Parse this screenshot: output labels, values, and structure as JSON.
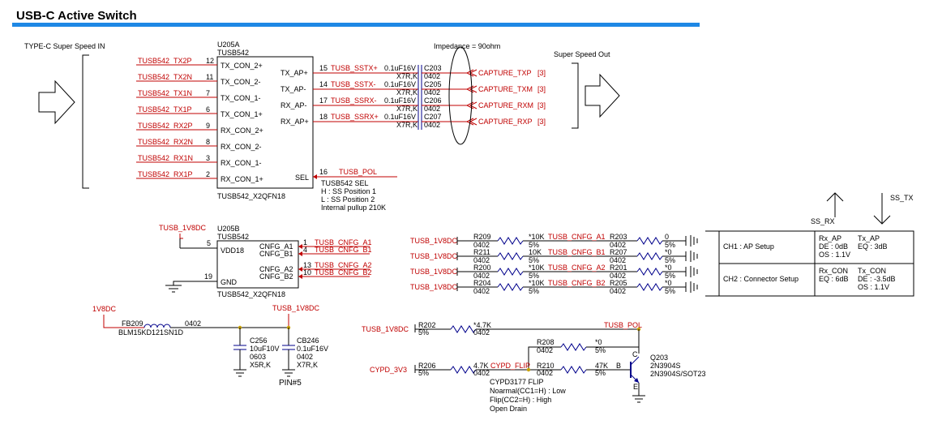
{
  "title": "USB-C Active Switch",
  "colors": {
    "wire": "#c00000",
    "component": "#00008b",
    "title_bar": "#1e88e5",
    "junction": "#c8a000"
  },
  "labels": {
    "typec_in": "TYPE-C Super Speed IN",
    "ss_out": "Super Speed Out",
    "impedance": "Impedance = 90ohm",
    "ss_rx": "SS_RX",
    "ss_tx": "SS_TX",
    "pin5": "PIN#5"
  },
  "u205a": {
    "ref": "U205A",
    "part": "TUSB542",
    "footprint": "TUSB542_X2QFN18",
    "left_pins": [
      {
        "net": "TUSB542_TX2P",
        "num": "12",
        "name": "TX_CON_2+"
      },
      {
        "net": "TUSB542_TX2N",
        "num": "11",
        "name": "TX_CON_2-"
      },
      {
        "net": "TUSB542_TX1N",
        "num": "7",
        "name": "TX_CON_1-"
      },
      {
        "net": "TUSB542_TX1P",
        "num": "6",
        "name": "TX_CON_1+"
      },
      {
        "net": "TUSB542_RX2P",
        "num": "9",
        "name": "RX_CON_2+"
      },
      {
        "net": "TUSB542_RX2N",
        "num": "8",
        "name": "RX_CON_2-"
      },
      {
        "net": "TUSB542_RX1N",
        "num": "3",
        "name": "RX_CON_1-"
      },
      {
        "net": "TUSB542_RX1P",
        "num": "2",
        "name": "RX_CON_1+"
      }
    ],
    "right_pins": [
      {
        "name": "TX_AP+",
        "num": "15",
        "net": "TUSB_SSTX+",
        "cap_val": "0.1uF16V",
        "cap_spec": "X7R,K",
        "cap_ref": "C203",
        "cap_pkg": "0402",
        "out": "CAPTURE_TXP",
        "page": "[3]"
      },
      {
        "name": "TX_AP-",
        "num": "14",
        "net": "TUSB_SSTX-",
        "cap_val": "0.1uF16V",
        "cap_spec": "X7R,K",
        "cap_ref": "C205",
        "cap_pkg": "0402",
        "out": "CAPTURE_TXM",
        "page": "[3]"
      },
      {
        "name": "RX_AP-",
        "num": "17",
        "net": "TUSB_SSRX-",
        "cap_val": "0.1uF16V",
        "cap_spec": "X7R,K",
        "cap_ref": "C206",
        "cap_pkg": "0402",
        "out": "CAPTURE_RXM",
        "page": "[3]"
      },
      {
        "name": "RX_AP+",
        "num": "18",
        "net": "TUSB_SSRX+",
        "cap_val": "0.1uF16V",
        "cap_spec": "X7R,K",
        "cap_ref": "C207",
        "cap_pkg": "0402",
        "out": "CAPTURE_RXP",
        "page": "[3]"
      }
    ],
    "sel": {
      "name": "SEL",
      "num": "16",
      "net": "TUSB_POL"
    },
    "sel_notes": [
      "TUSB542 SEL",
      "H : SS Position 1",
      "L : SS Position 2",
      "Internal pullup 210K"
    ]
  },
  "u205b": {
    "ref": "U205B",
    "part": "TUSB542",
    "footprint": "TUSB542_X2QFN18",
    "power_net": "TUSB_1V8DC",
    "vdd": {
      "num": "5",
      "name": "VDD18"
    },
    "gnd": {
      "num": "19",
      "name": "GND"
    },
    "cfg_pins": [
      {
        "name": "CNFG_A1",
        "num": "1",
        "net": "TUSB_CNFG_A1"
      },
      {
        "name": "CNFG_B1",
        "num": "4",
        "net": "TUSB_CNFG_B1"
      },
      {
        "name": "CNFG_A2",
        "num": "13",
        "net": "TUSB_CNFG_A2"
      },
      {
        "name": "CNFG_B2",
        "num": "10",
        "net": "TUSB_CNFG_B2"
      }
    ]
  },
  "strap_rows": [
    {
      "src": "TUSB_1V8DC",
      "r1_ref": "R209",
      "r1_val": "*10K",
      "r1_pkg": "0402",
      "r1_tol": "5%",
      "net": "TUSB_CNFG_A1",
      "r2_ref": "R203",
      "r2_val": "0",
      "r2_pkg": "0402",
      "r2_tol": "5%"
    },
    {
      "src": "TUSB_1V8DC",
      "r1_ref": "R211",
      "r1_val": "10K",
      "r1_pkg": "0402",
      "r1_tol": "5%",
      "net": "TUSB_CNFG_B1",
      "r2_ref": "R207",
      "r2_val": "*0",
      "r2_pkg": "0402",
      "r2_tol": "5%"
    },
    {
      "src": "TUSB_1V8DC",
      "r1_ref": "R200",
      "r1_val": "*10K",
      "r1_pkg": "0402",
      "r1_tol": "5%",
      "net": "TUSB_CNFG_A2",
      "r2_ref": "R201",
      "r2_val": "*0",
      "r2_pkg": "0402",
      "r2_tol": "5%"
    },
    {
      "src": "TUSB_1V8DC",
      "r1_ref": "R204",
      "r1_val": "*10K",
      "r1_pkg": "0402",
      "r1_tol": "5%",
      "net": "TUSB_CNFG_B2",
      "r2_ref": "R205",
      "r2_val": "*0",
      "r2_pkg": "0402",
      "r2_tol": "5%"
    }
  ],
  "config_table": [
    {
      "name": "CH1 : AP Setup",
      "rx": [
        "Rx_AP",
        "DE : 0dB",
        "OS : 1.1V"
      ],
      "tx": [
        "Tx_AP",
        "EQ : 3dB"
      ]
    },
    {
      "name": "CH2 : Connector Setup",
      "rx": [
        "Rx_CON",
        "EQ : 6dB"
      ],
      "tx": [
        "Tx_CON",
        "DE : -3.5dB",
        "OS : 1.1V"
      ]
    }
  ],
  "power_filter": {
    "in_net": "1V8DC",
    "out_net": "TUSB_1V8DC",
    "ferrite": {
      "ref": "FB209",
      "pkg": "0402",
      "part": "BLM15KD121SN1D"
    },
    "c1": {
      "ref": "C256",
      "val": "10uF10V",
      "pkg": "0603",
      "spec": "X5R,K"
    },
    "c2": {
      "ref": "CB246",
      "val": "0.1uF16V",
      "pkg": "0402",
      "spec": "X7R,K"
    }
  },
  "pol_circuit": {
    "pullup_net": "TUSB_1V8DC",
    "r202": {
      "ref": "R202",
      "tol": "5%",
      "val": "*4.7K",
      "pkg": "0402"
    },
    "pol_net": "TUSB_POL",
    "r208": {
      "ref": "R208",
      "pkg": "0402",
      "val": "*0",
      "tol": "5%"
    },
    "in_net": "CYPD_3V3",
    "r206": {
      "ref": "R206",
      "tol": "5%",
      "val": "4.7K",
      "pkg": "0402"
    },
    "flip_net": "CYPD_FLIP",
    "r210": {
      "ref": "R210",
      "pkg": "0402",
      "val": "47K",
      "tol": "5%"
    },
    "base_label": "B",
    "c_label": "C",
    "e_label": "E",
    "q": {
      "ref": "Q203",
      "part": "2N3904S",
      "pkg": "2N3904S/SOT23"
    },
    "notes": [
      "CYPD3177 FLIP",
      "Noarmal(CC1=H) : Low",
      "Flip(CC2=H) : High",
      "Open Drain"
    ]
  }
}
